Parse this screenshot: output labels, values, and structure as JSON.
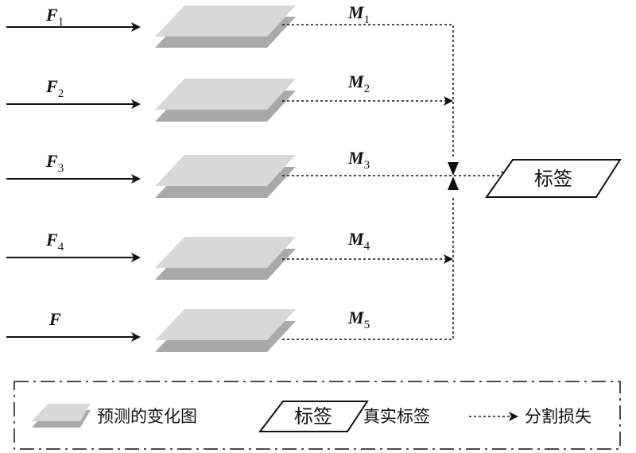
{
  "inputs": [
    {
      "name": "F",
      "sub": "1"
    },
    {
      "name": "F",
      "sub": "2"
    },
    {
      "name": "F",
      "sub": "3"
    },
    {
      "name": "F",
      "sub": "4"
    },
    {
      "name": "F",
      "sub": ""
    }
  ],
  "outputs": [
    {
      "name": "M",
      "sub": "1"
    },
    {
      "name": "M",
      "sub": "2"
    },
    {
      "name": "M",
      "sub": "3"
    },
    {
      "name": "M",
      "sub": "4"
    },
    {
      "name": "M",
      "sub": "5"
    }
  ],
  "target_label": "标签",
  "legend": {
    "predicted_change_map": "预测的变化图",
    "label_box": "标签",
    "ground_truth_label": "真实标签",
    "segmentation_loss": "分割损失"
  },
  "colors": {
    "layer_top": "#d8d8d8",
    "layer_bottom": "#a9a9a9",
    "stroke": "#111111"
  }
}
